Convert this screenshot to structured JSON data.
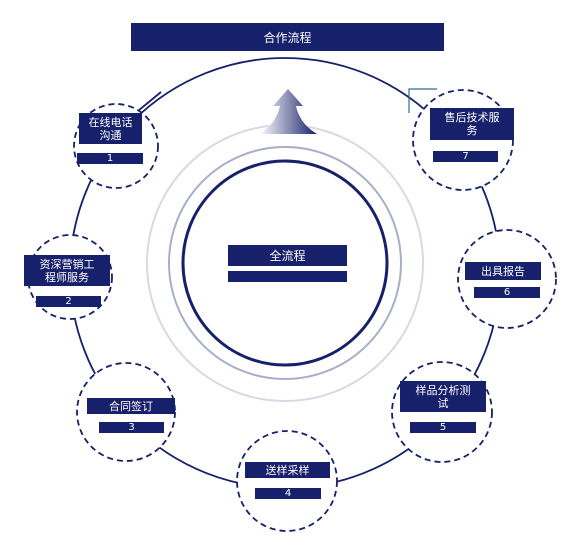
{
  "title": "合作流程",
  "center": {
    "label": "全流程"
  },
  "steps": [
    {
      "label": "在线电话\n沟通",
      "num": "1"
    },
    {
      "label": "资深营销工\n程师服务",
      "num": "2"
    },
    {
      "label": "合同签订",
      "num": "3"
    },
    {
      "label": "送样采样",
      "num": "4"
    },
    {
      "label": "样品分析测\n试",
      "num": "5"
    },
    {
      "label": "出具报告",
      "num": "6"
    },
    {
      "label": "售后技术服\n务",
      "num": "7"
    }
  ],
  "colors": {
    "primary": "#17206a",
    "ring_light": "#d7d9e5",
    "ring_mid": "#a9aec8"
  }
}
